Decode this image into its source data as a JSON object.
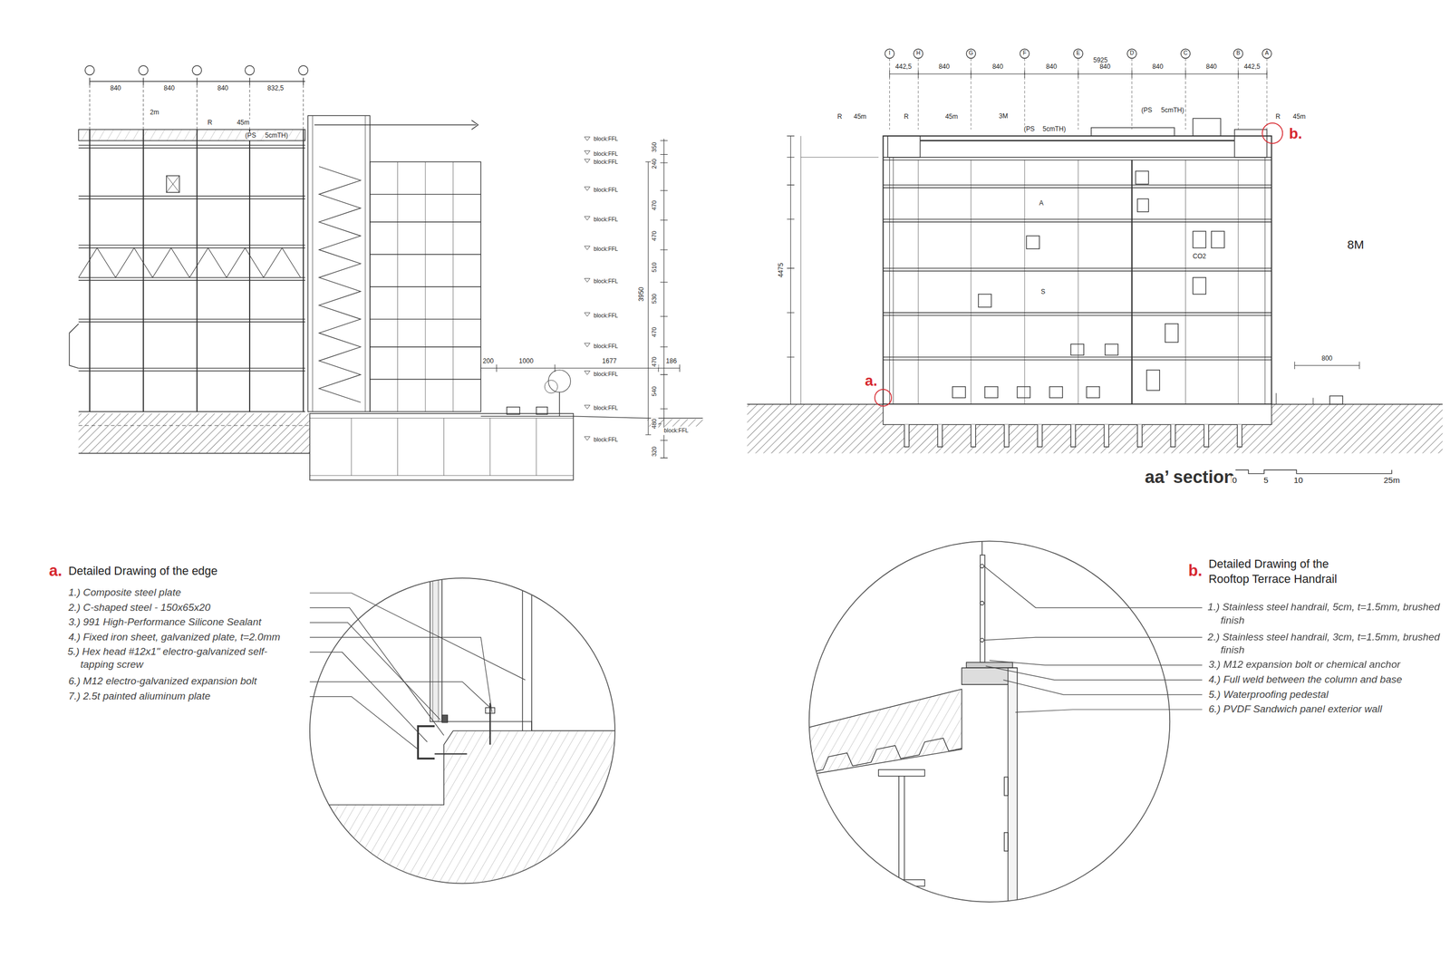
{
  "diagram": {
    "labels": [
      "a.",
      "Detailed Drawing of the edge",
      "1.) Composite steel plate",
      "2.) C-shaped steel - 150x65x20",
      "3.) 991 High-Performance Silicone Sealant",
      "4.) Fixed iron sheet, galvanized plate, t=2.0mm",
      "5.) Hex head #12x1\" electro-galvanized self-tapping screw",
      "6.) M12 electro-galvanized expansion bolt",
      "7.) 2.5t painted aliuminum plate",
      "b.",
      "Detailed Drawing of the Rooftop Terrace Handrail",
      "1.) Stainless steel handrail, 5cm, t=1.5mm, brushed finish",
      "2.) Stainless steel handrail, 3cm, t=1.5mm, brushed finish",
      "3.) M12 expansion bolt or chemical anchor",
      "4.) Full weld between the column and base",
      "5.) Waterproofing pedestal",
      "6.) PVDF Sandwich panel exterior wall",
      "a.",
      "b.",
      "aa’ section",
      "0",
      "5",
      "10",
      "25m",
      "8M",
      "CO2",
      "A",
      "S",
      "5925",
      "442,5",
      "840",
      "840",
      "840",
      "840",
      "840",
      "840",
      "442,5",
      "I",
      "H",
      "G",
      "F",
      "E",
      "D",
      "C",
      "B",
      "A",
      "R",
      "45m",
      "R",
      "45m",
      "3M",
      "(PS",
      "5cmTH)",
      "(PS",
      "5cmTH)",
      "R",
      "45m",
      "800",
      "4475",
      "840",
      "840",
      "840",
      "832,5",
      "2m",
      "R",
      "45m",
      "(PS",
      "5cmTH)",
      "200",
      "1000",
      "1677",
      "186",
      "350",
      "240",
      "470",
      "470",
      "510",
      "530",
      "470",
      "470",
      "540",
      "480",
      "320",
      "3950",
      "block:FFL",
      "block:FFL",
      "block:FFL",
      "block:FFL",
      "block:FFL",
      "block:FFL",
      "block:FFL",
      "block:FFL",
      "block:FFL",
      "block:FFL",
      "block:FFL",
      "block:FFL",
      "block:FFL"
    ]
  }
}
